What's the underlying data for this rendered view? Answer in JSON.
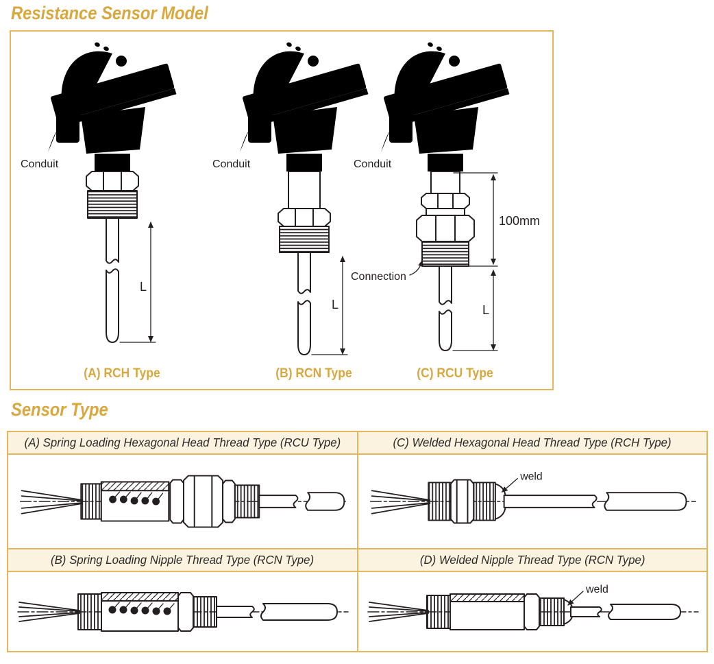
{
  "palette": {
    "gold_text": "#D8A83E",
    "gold_border": "#E5B65C",
    "cream": "#FBF3DF",
    "ink": "#231F20"
  },
  "resistance_section": {
    "title": "Resistance Sensor Model",
    "models": [
      {
        "id": "A",
        "caption": "(A) RCH Type",
        "conduit": "Conduit",
        "length": "L"
      },
      {
        "id": "B",
        "caption": "(B) RCN Type",
        "conduit": "Conduit",
        "length": "L"
      },
      {
        "id": "C",
        "caption": "(C) RCU Type",
        "conduit": "Conduit",
        "connection": "Connection",
        "length": "L",
        "spacing": "100mm"
      }
    ]
  },
  "sensor_type_section": {
    "title": "Sensor Type",
    "cells": [
      {
        "header": "(A) Spring Loading Hexagonal Head Thread Type (RCU Type)"
      },
      {
        "header": "(C) Welded Hexagonal Head Thread Type (RCH Type)",
        "weld": "weld"
      },
      {
        "header": "(B) Spring Loading Nipple Thread Type (RCN Type)"
      },
      {
        "header": "(D) Welded Nipple Thread Type (RCN Type)",
        "weld": "weld"
      }
    ]
  }
}
